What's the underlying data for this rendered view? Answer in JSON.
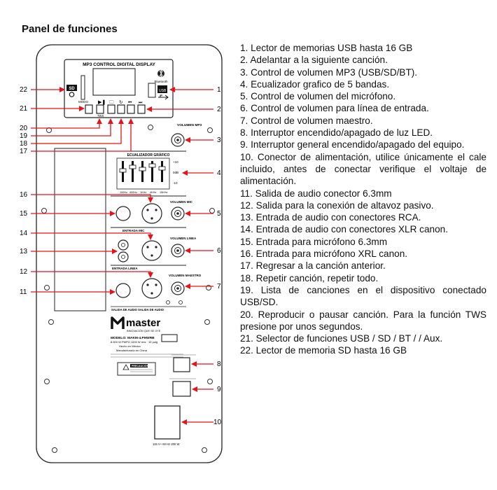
{
  "title": "Panel de funciones",
  "display": {
    "header": "MP3 CONTROL DIGITAL DISPLAY",
    "bluetooth_label": "Bluetooth",
    "sd_label": "SD",
    "modo_label": "MODO",
    "tws_label": "TWS"
  },
  "panel": {
    "volumen_mp3": "VOLUMEN MP3",
    "ecualizador": "ECUALIZADOR GRÁFICO",
    "eq_scale": [
      "+10",
      "0dB",
      "-10"
    ],
    "eq_freqs": [
      "100Hz",
      "400Hz",
      "1KHz",
      "4KHz",
      "15KHz"
    ],
    "volumen_mic": "VOLUMEN MIC",
    "entrada_mic": "ENTRADA MIC",
    "volumen_linea": "VOLUMEN LINEA",
    "entrada_linea": "ENTRADA LINEA",
    "volumen_maestro": "VOLUMEN MAESTRO",
    "salidas": "SALIDA DE AUDIO  SALIDA DE AUDIO",
    "brand": "master",
    "brand_sub": "INNOVACIÓN QUE SE OYE",
    "model": "MODELO: MAKM-4.PHWRB",
    "model_spec": "8.500 W PMPO 1000 W rms · 15 pulg",
    "made_in": "Hecho en México",
    "manufactured": "Manufacturado en China",
    "warning": "PRECAUCIÓN",
    "power_label": "115 V~ 60 Hz 200 W"
  },
  "callouts": {
    "left": [
      "22",
      "21",
      "20",
      "19",
      "18",
      "17",
      "16",
      "15",
      "14",
      "13",
      "12",
      "11"
    ],
    "right": [
      "1",
      "2",
      "3",
      "4",
      "5",
      "6",
      "7",
      "8",
      "9",
      "10"
    ]
  },
  "legend": [
    "1. Lector de memorias USB hasta 16 GB",
    "2. Adelantar a la siguiente canción.",
    "3. Control de volumen MP3 (USB/SD/BT).",
    "4. Ecualizador grafico de 5 bandas.",
    "5. Control de volumen del micrófono.",
    "6. Control de volumen para línea de entrada.",
    "7. Control de volumen maestro.",
    "8. Interruptor encendido/apagado de luz LED.",
    "9. Interruptor general encendido/apagado del equipo.",
    "10. Conector de alimentación, utilice únicamente el cale incluido, antes de conectar verifique el voltaje de alimentación.",
    "11. Salida de audio conector 6.3mm",
    "12. Salida para la conexión de altavoz pasivo.",
    "13. Entrada de audio con conectores RCA.",
    "14. Entrada de audio con conectores XLR canon.",
    "15. Entrada para micrófono 6.3mm",
    "16. Entrada para micrófono XRL canon.",
    "17. Regresar a la canción anterior.",
    "18. Repetir canción, repetir todo.",
    "19. Lista de canciones en el dispositivo conectado USB/SD.",
    "20. Reproducir o pausar canción. Para la función TWS presione por unos segundos.",
    "21. Selector de funciones USB / SD / BT / / Aux.",
    "22. Lector de memoria SD hasta 16 GB"
  ],
  "colors": {
    "arrow": "#e8121b",
    "line": "#222222"
  }
}
